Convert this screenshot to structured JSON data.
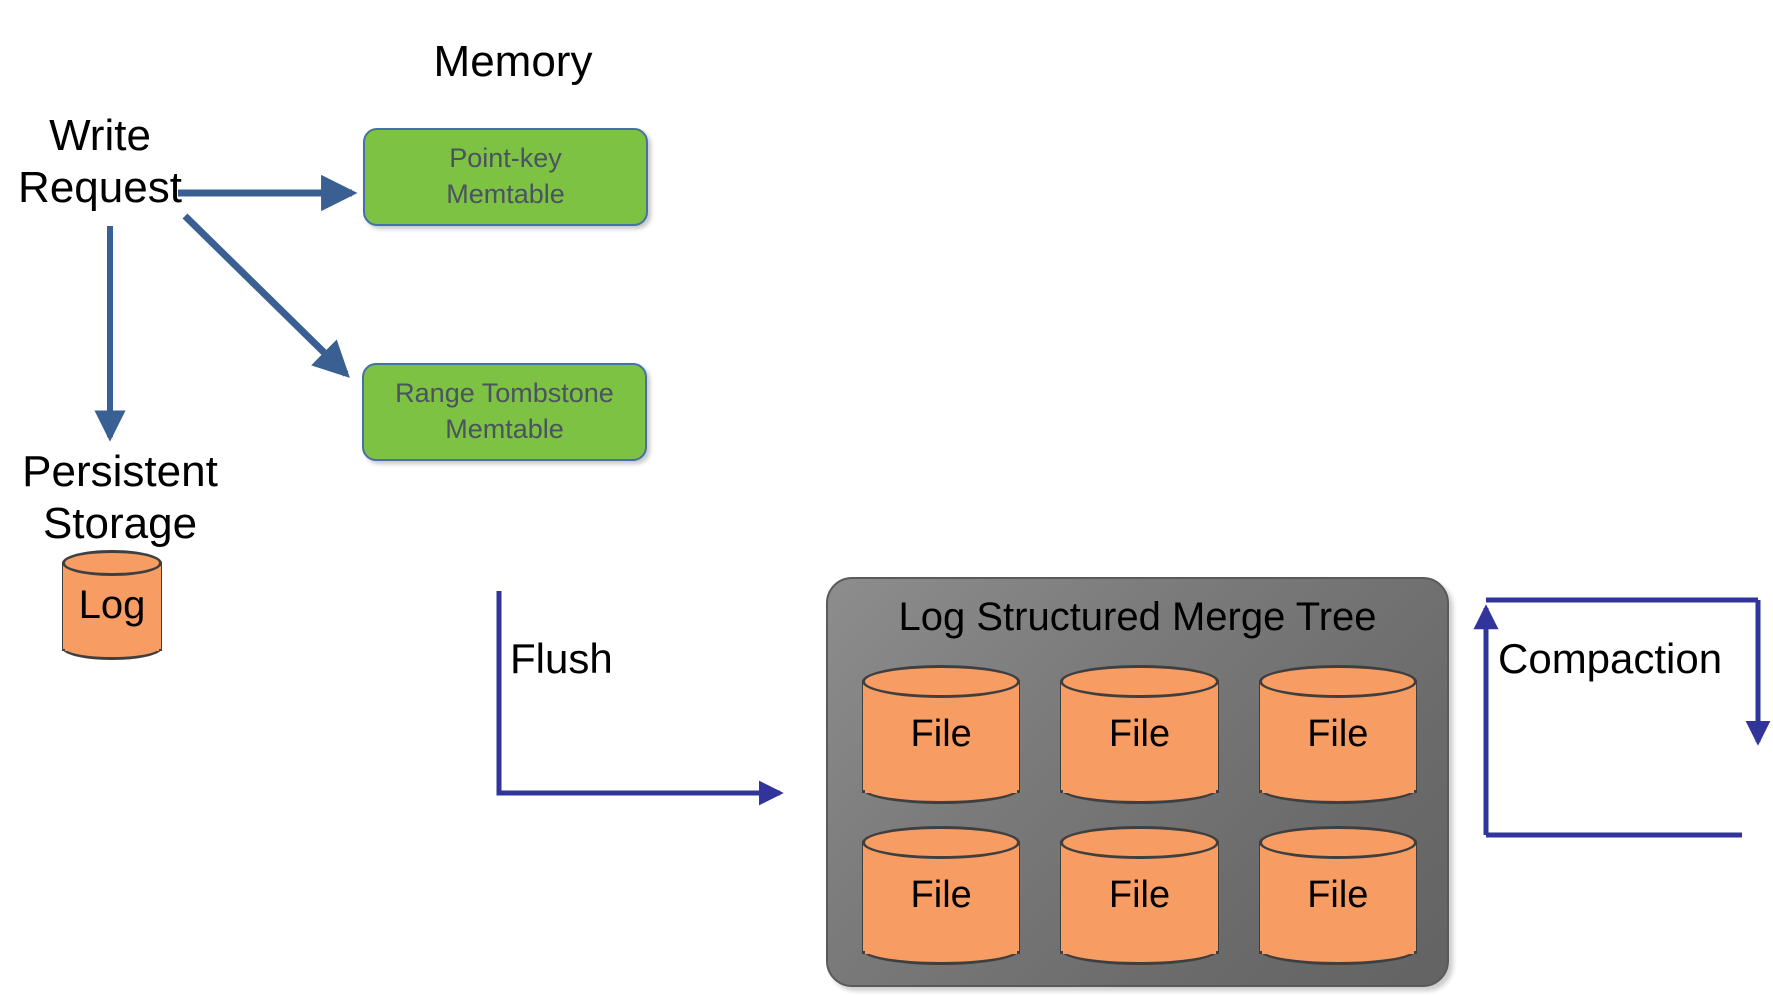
{
  "diagram": {
    "title_memory": "Memory",
    "write_request": "Write\nRequest",
    "persistent_storage": "Persistent\nStorage",
    "log_label": "Log",
    "flush_label": "Flush",
    "compaction_label": "Compaction",
    "memtables": [
      {
        "name": "point-key-memtable",
        "label": "Point-key\nMemtable"
      },
      {
        "name": "range-tombstone-memtable",
        "label": "Range Tombstone\nMemtable"
      }
    ],
    "lsm": {
      "title": "Log Structured Merge Tree",
      "files": [
        "File",
        "File",
        "File",
        "File",
        "File",
        "File"
      ]
    },
    "colors": {
      "memtable_fill": "#7DC242",
      "memtable_border": "#4472A8",
      "memtable_text": "#4A5360",
      "cylinder_fill": "#F79D64",
      "cylinder_stroke": "#3F3F3F",
      "lsm_fill": "#7B7B7B",
      "arrow_blue_dark": "#31349B",
      "arrow_blue_steel": "#3A5F92",
      "text_black": "#000000",
      "background": "#FFFFFF"
    }
  }
}
